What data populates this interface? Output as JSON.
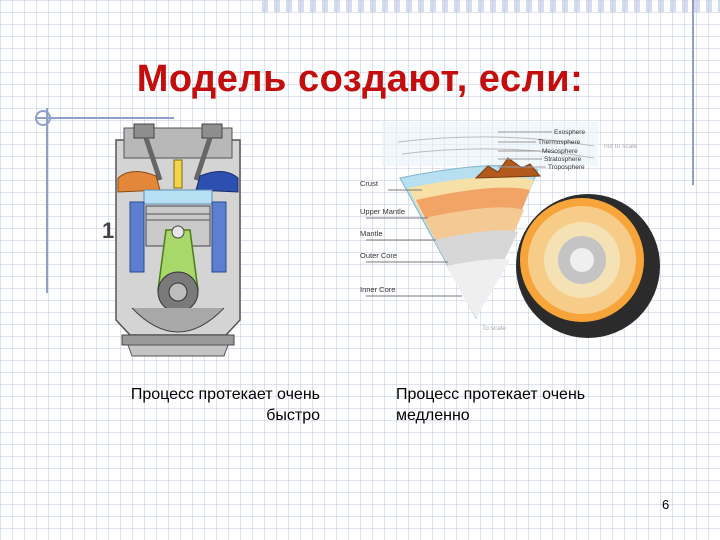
{
  "slide": {
    "title": "Модель создают, если:",
    "number": "6"
  },
  "left_figure": {
    "stroke_number": "1"
  },
  "right_figure": {
    "earth_layers": [
      "Crust",
      "Upper Mantle",
      "Mantle",
      "Outer Core",
      "Inner Core"
    ],
    "atmosphere_layers": [
      "Exosphere",
      "Thermosphere",
      "Mesosphere",
      "Stratosphere",
      "Troposphere"
    ],
    "scale_note_top": "not to scale",
    "scale_note_bottom": "To scale"
  },
  "captions": {
    "left_line1": "Процесс протекает очень",
    "left_line2": "быстро",
    "right_line1": "Процесс протекает очень",
    "right_line2": "медленно"
  },
  "colors": {
    "title": "#c40d0d",
    "decor": "#8ea0c8"
  }
}
